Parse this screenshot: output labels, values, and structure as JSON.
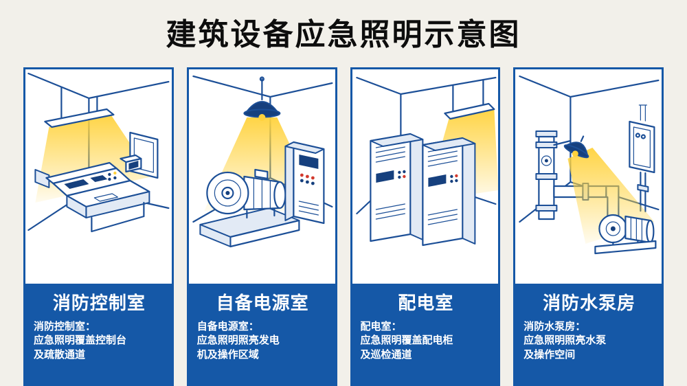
{
  "title": "建筑设备应急照明示意图",
  "colors": {
    "blue": "#1558a7",
    "line": "#1c4f97",
    "dark": "#16407e",
    "shade": "#e2eaf5",
    "yellow": "#ffd23c",
    "red": "#d23a2e",
    "background": "#f2f0ea",
    "title_color": "#0d0d0d"
  },
  "panels": [
    {
      "name": "消防控制室",
      "illustration": "fire-control-room-illustration",
      "desc": "消防控制室：\n应急照明覆盖控制台\n及疏散通道"
    },
    {
      "name": "自备电源室",
      "illustration": "backup-power-room-illustration",
      "desc": "自备电源室：\n应急照明照亮发电\n机及操作区域"
    },
    {
      "name": "配电室",
      "illustration": "distribution-room-illustration",
      "desc": "配电室：\n应急照明覆盖配电柜\n及巡检通道"
    },
    {
      "name": "消防水泵房",
      "illustration": "fire-pump-room-illustration",
      "desc": "消防水泵房：\n应急照明照亮水泵\n及操作空间"
    }
  ]
}
